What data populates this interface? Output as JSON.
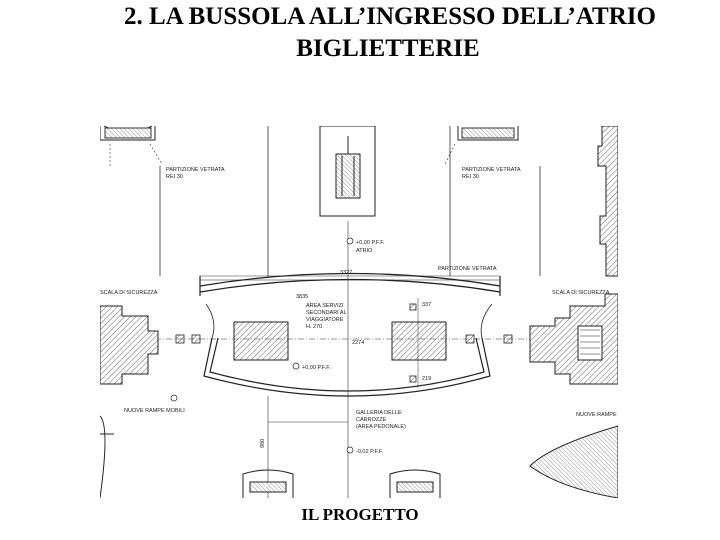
{
  "title": {
    "line1": "2. LA BUSSOLA ALL’INGRESSO DELL’ATRIO",
    "line2": "BIGLIETTERIE"
  },
  "caption": "IL PROGETTO",
  "plan": {
    "partition_left": [
      "PARTIZIONE VETRATA",
      "REI 30"
    ],
    "partition_right": [
      "PARTIZIONE VETRATA",
      "REI 30"
    ],
    "level_atrio": [
      "+0,00 P.F.F.",
      "ATRIO"
    ],
    "dimension_width": "3327",
    "dimension_inner": "3835",
    "partition_curved": "PARTIZIONE VETRATA",
    "service_area": [
      "AREA SERVIZI",
      "SECONDARI AL",
      "VIAGGIATORE",
      "H. 270"
    ],
    "dim_vertical_1": "337",
    "dim_vertical_2": "2274",
    "dim_vertical_3": "219",
    "stair_left": "SCALA DI SICUREZZA",
    "stair_right": "SCALA DI SICUREZZA",
    "level_center": "+0,00 P.F.F.",
    "ramps_left": "NUOVE RAMPE MOBILI",
    "ramps_right": "NUOVE RAMPE",
    "gallery": [
      "GALLERIA DELLE",
      "CARROZZE",
      "(AREA PEDONALE)"
    ],
    "dim_lower": "980",
    "level_lower": "-0,02 P.F.F."
  }
}
